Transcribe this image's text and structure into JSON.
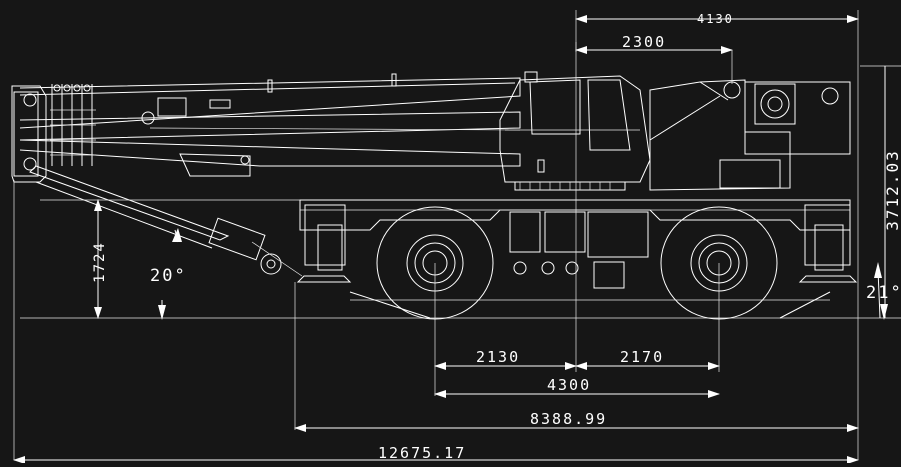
{
  "dimensions": {
    "d4130": "4130",
    "d2300": "2300",
    "d3712": "3712.03",
    "d2130": "2130",
    "d2170": "2170",
    "d4300": "4300",
    "d8388": "8388.99",
    "d12675": "12675.17",
    "d1724": "1724",
    "angle_front": "20°",
    "angle_rear": "21°"
  }
}
